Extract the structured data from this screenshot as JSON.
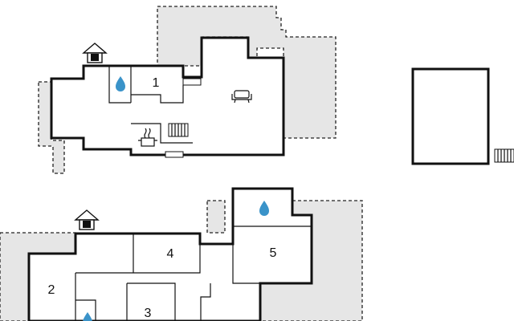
{
  "floor_plan": {
    "rooms": [
      {
        "id": "room-1",
        "label": "1"
      },
      {
        "id": "room-2",
        "label": "2"
      },
      {
        "id": "room-3",
        "label": "3"
      },
      {
        "id": "room-4",
        "label": "4"
      },
      {
        "id": "room-5",
        "label": "5"
      }
    ],
    "icons": [
      "house-icon",
      "water-drop-icon",
      "sofa-icon",
      "stove-icon",
      "stairs-icon"
    ],
    "colors": {
      "terrace": "#e6e6e6",
      "wall": "#111111",
      "water": "#3a93c9"
    }
  }
}
